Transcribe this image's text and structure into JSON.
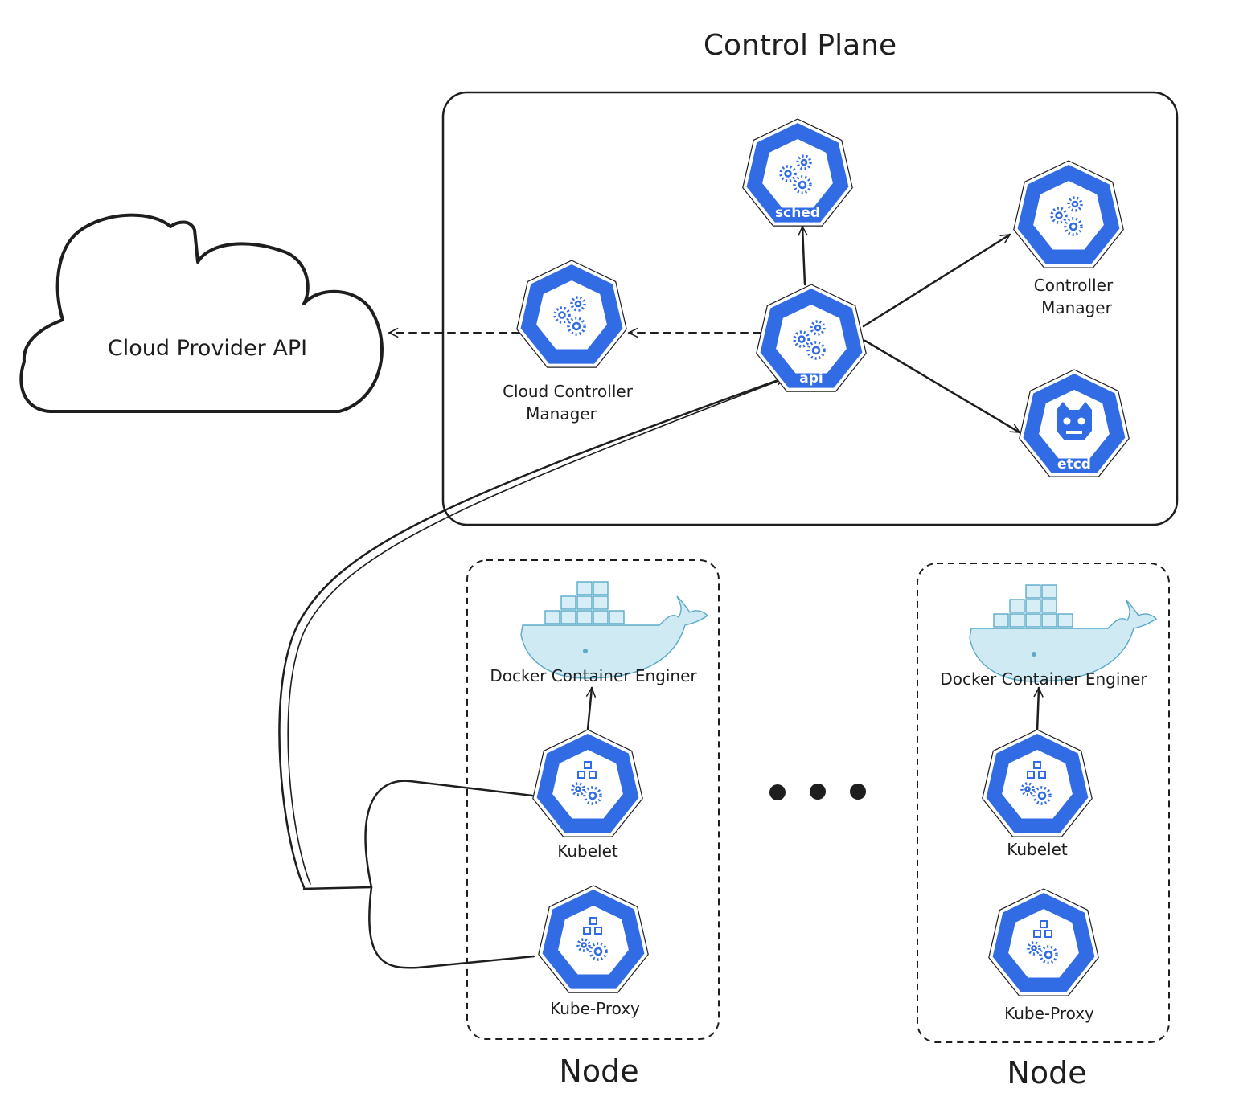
{
  "title": "Control Plane",
  "cloud": {
    "label": "Cloud Provider API"
  },
  "control_plane": {
    "components": [
      {
        "id": "sched",
        "icon_label": "sched",
        "caption": []
      },
      {
        "id": "api",
        "icon_label": "api",
        "caption": []
      },
      {
        "id": "cm",
        "icon_label": "",
        "caption": [
          "Controller",
          "Manager"
        ]
      },
      {
        "id": "etcd",
        "icon_label": "etcd",
        "caption": []
      },
      {
        "id": "ccm",
        "icon_label": "",
        "caption": [
          "Cloud Controller",
          "Manager"
        ]
      }
    ]
  },
  "nodes": [
    {
      "label": "Node",
      "engine": "Docker Container Enginer",
      "kubelet": "Kubelet",
      "proxy": "Kube-Proxy"
    },
    {
      "label": "Node",
      "engine": "Docker Container Enginer",
      "kubelet": "Kubelet",
      "proxy": "Kube-Proxy"
    }
  ],
  "colors": {
    "k8s_blue": "#326ce5",
    "docker_blue": "#5aaac8",
    "ink": "#1e1e1e"
  },
  "icons": {
    "k8s_component": "gears-icon",
    "k8s_node_component": "cubes-gears-icon",
    "etcd": "etcd-robot-icon",
    "docker": "docker-whale-icon"
  }
}
